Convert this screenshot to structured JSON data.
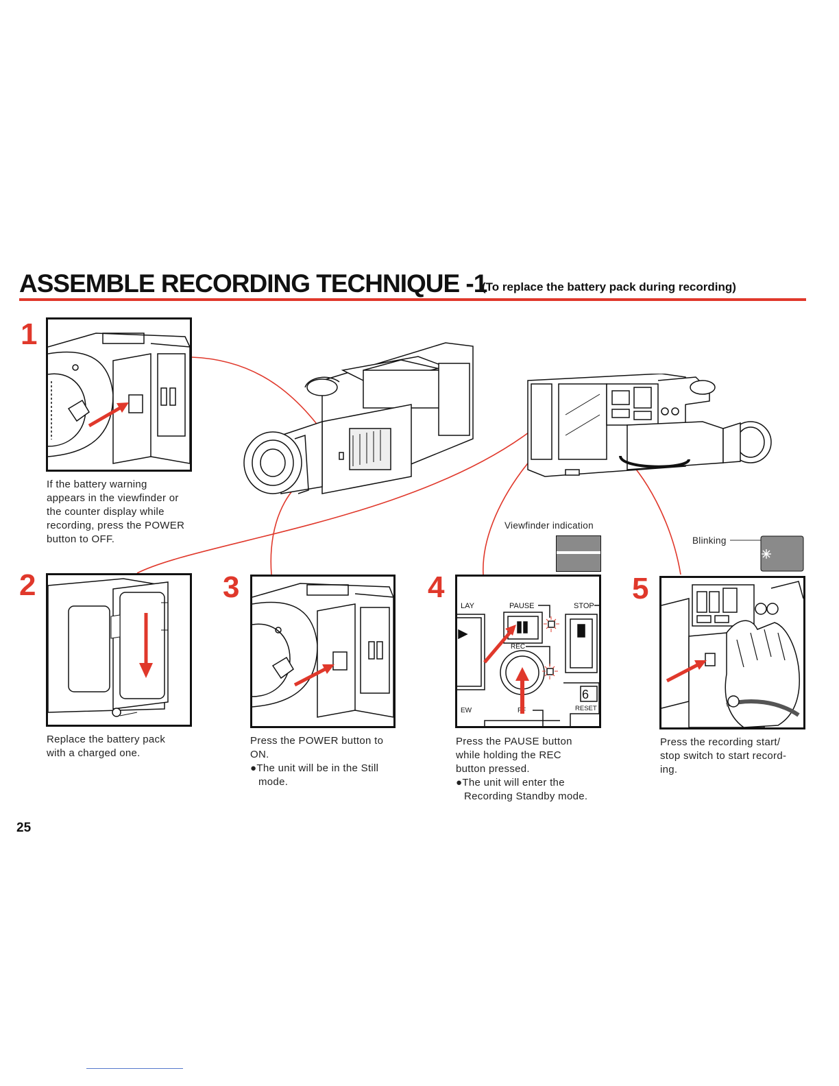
{
  "page": {
    "title": "ASSEMBLE RECORDING TECHNIQUE -1",
    "subtitle": "(To replace the battery pack during recording)",
    "page_number": "25"
  },
  "steps": [
    {
      "number": "1",
      "lines": [
        "If the battery warning",
        "appears in the viewfinder or",
        "the counter display while",
        "recording, press the POWER",
        "button to OFF."
      ]
    },
    {
      "number": "2",
      "lines": [
        "Replace the battery pack",
        "with a charged one."
      ]
    },
    {
      "number": "3",
      "lines": [
        "Press the POWER button to",
        "ON."
      ],
      "bullet": [
        "●The unit will be in the Still",
        "mode."
      ]
    },
    {
      "number": "4",
      "lines": [
        "Press the PAUSE button",
        "while holding the REC",
        "button pressed."
      ],
      "bullet": [
        "●The unit will enter the",
        "Recording Standby mode."
      ]
    },
    {
      "number": "5",
      "lines": [
        "Press the recording start/",
        "stop switch to start record-",
        "ing."
      ]
    }
  ],
  "labels": {
    "viewfinder": "Viewfinder indication",
    "blinking": "Blinking"
  },
  "panel_labels": {
    "play": "LAY",
    "pause": "PAUSE",
    "stop": "STOP",
    "rec": "REC",
    "rew": "EW",
    "ff": "FF",
    "reset": "RESET",
    "counter_digit": "6"
  },
  "colors": {
    "accent": "#e0382b",
    "ink": "#111111"
  }
}
